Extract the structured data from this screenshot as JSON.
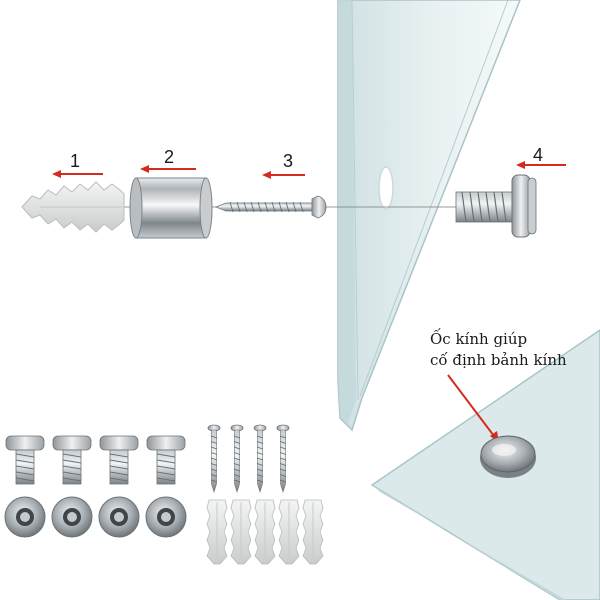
{
  "parts": {
    "part1": "1",
    "part2": "2",
    "part3": "3",
    "part4": "4"
  },
  "caption": {
    "line1": "Ốc kính giúp",
    "line2": "cố định bảnh kính"
  },
  "colors": {
    "arrow": "#d42a20",
    "glass": "#dbe9ea",
    "glass_edge": "#a9c4c7",
    "metal": "#9aa0a4",
    "plastic": "#e6e7e7"
  },
  "kit": {
    "bolts": 4,
    "caps": 4,
    "screws": 4,
    "anchors": 5
  }
}
